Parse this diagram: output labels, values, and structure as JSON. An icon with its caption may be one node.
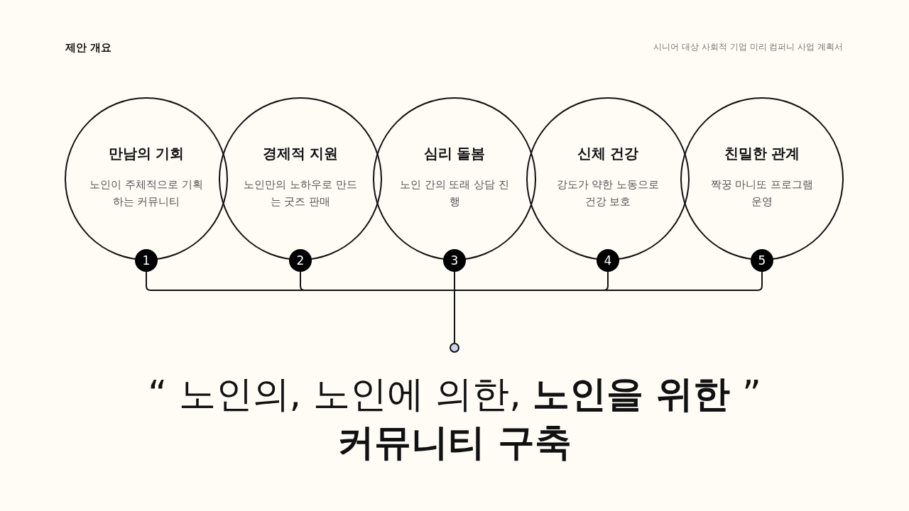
{
  "diagram": {
    "title": "제안 개요",
    "nodes": [
      {
        "text": [
          "만남의 기회",
          "노인이 주체적으로 기획하는 커뮤니티"
        ]
      },
      {
        "text": [
          "경제적 지원",
          "노인만의 노하우로 만드는 굿즈 판매"
        ]
      },
      {
        "text": [
          "심리 돌봄",
          "노인 간의 또래 상담 진행"
        ]
      },
      {
        "text": [
          "신체 건강",
          "강도가 약한 노동으로 건강 보호"
        ]
      },
      {
        "text": [
          "친밀한 관계",
          "짝꿍 마니또 프로그램 운영"
        ]
      },
      {
        "text": [
          "1"
        ]
      },
      {
        "text": [
          "2"
        ]
      },
      {
        "text": [
          "3"
        ]
      },
      {
        "text": [
          "4"
        ]
      },
      {
        "text": [
          "5"
        ]
      },
      {
        "text": [],
        "shape": "circle"
      }
    ],
    "edges": [
      {
        "from": 5,
        "to": 10,
        "arrow": "none"
      },
      {
        "from": 6,
        "to": 10,
        "arrow": "none"
      },
      {
        "from": 7,
        "to": 10,
        "arrow": "none"
      },
      {
        "from": 8,
        "to": 10,
        "arrow": "none"
      },
      {
        "from": 9,
        "to": 10,
        "arrow": "none"
      }
    ],
    "labels": [
      "시니어 대상 사회적 기업 미리 컴퍼니 사업 계획서",
      "“ 노인의, 노인에 의한, **노인을 위한** ” **커뮤니티 구축**"
    ]
  }
}
